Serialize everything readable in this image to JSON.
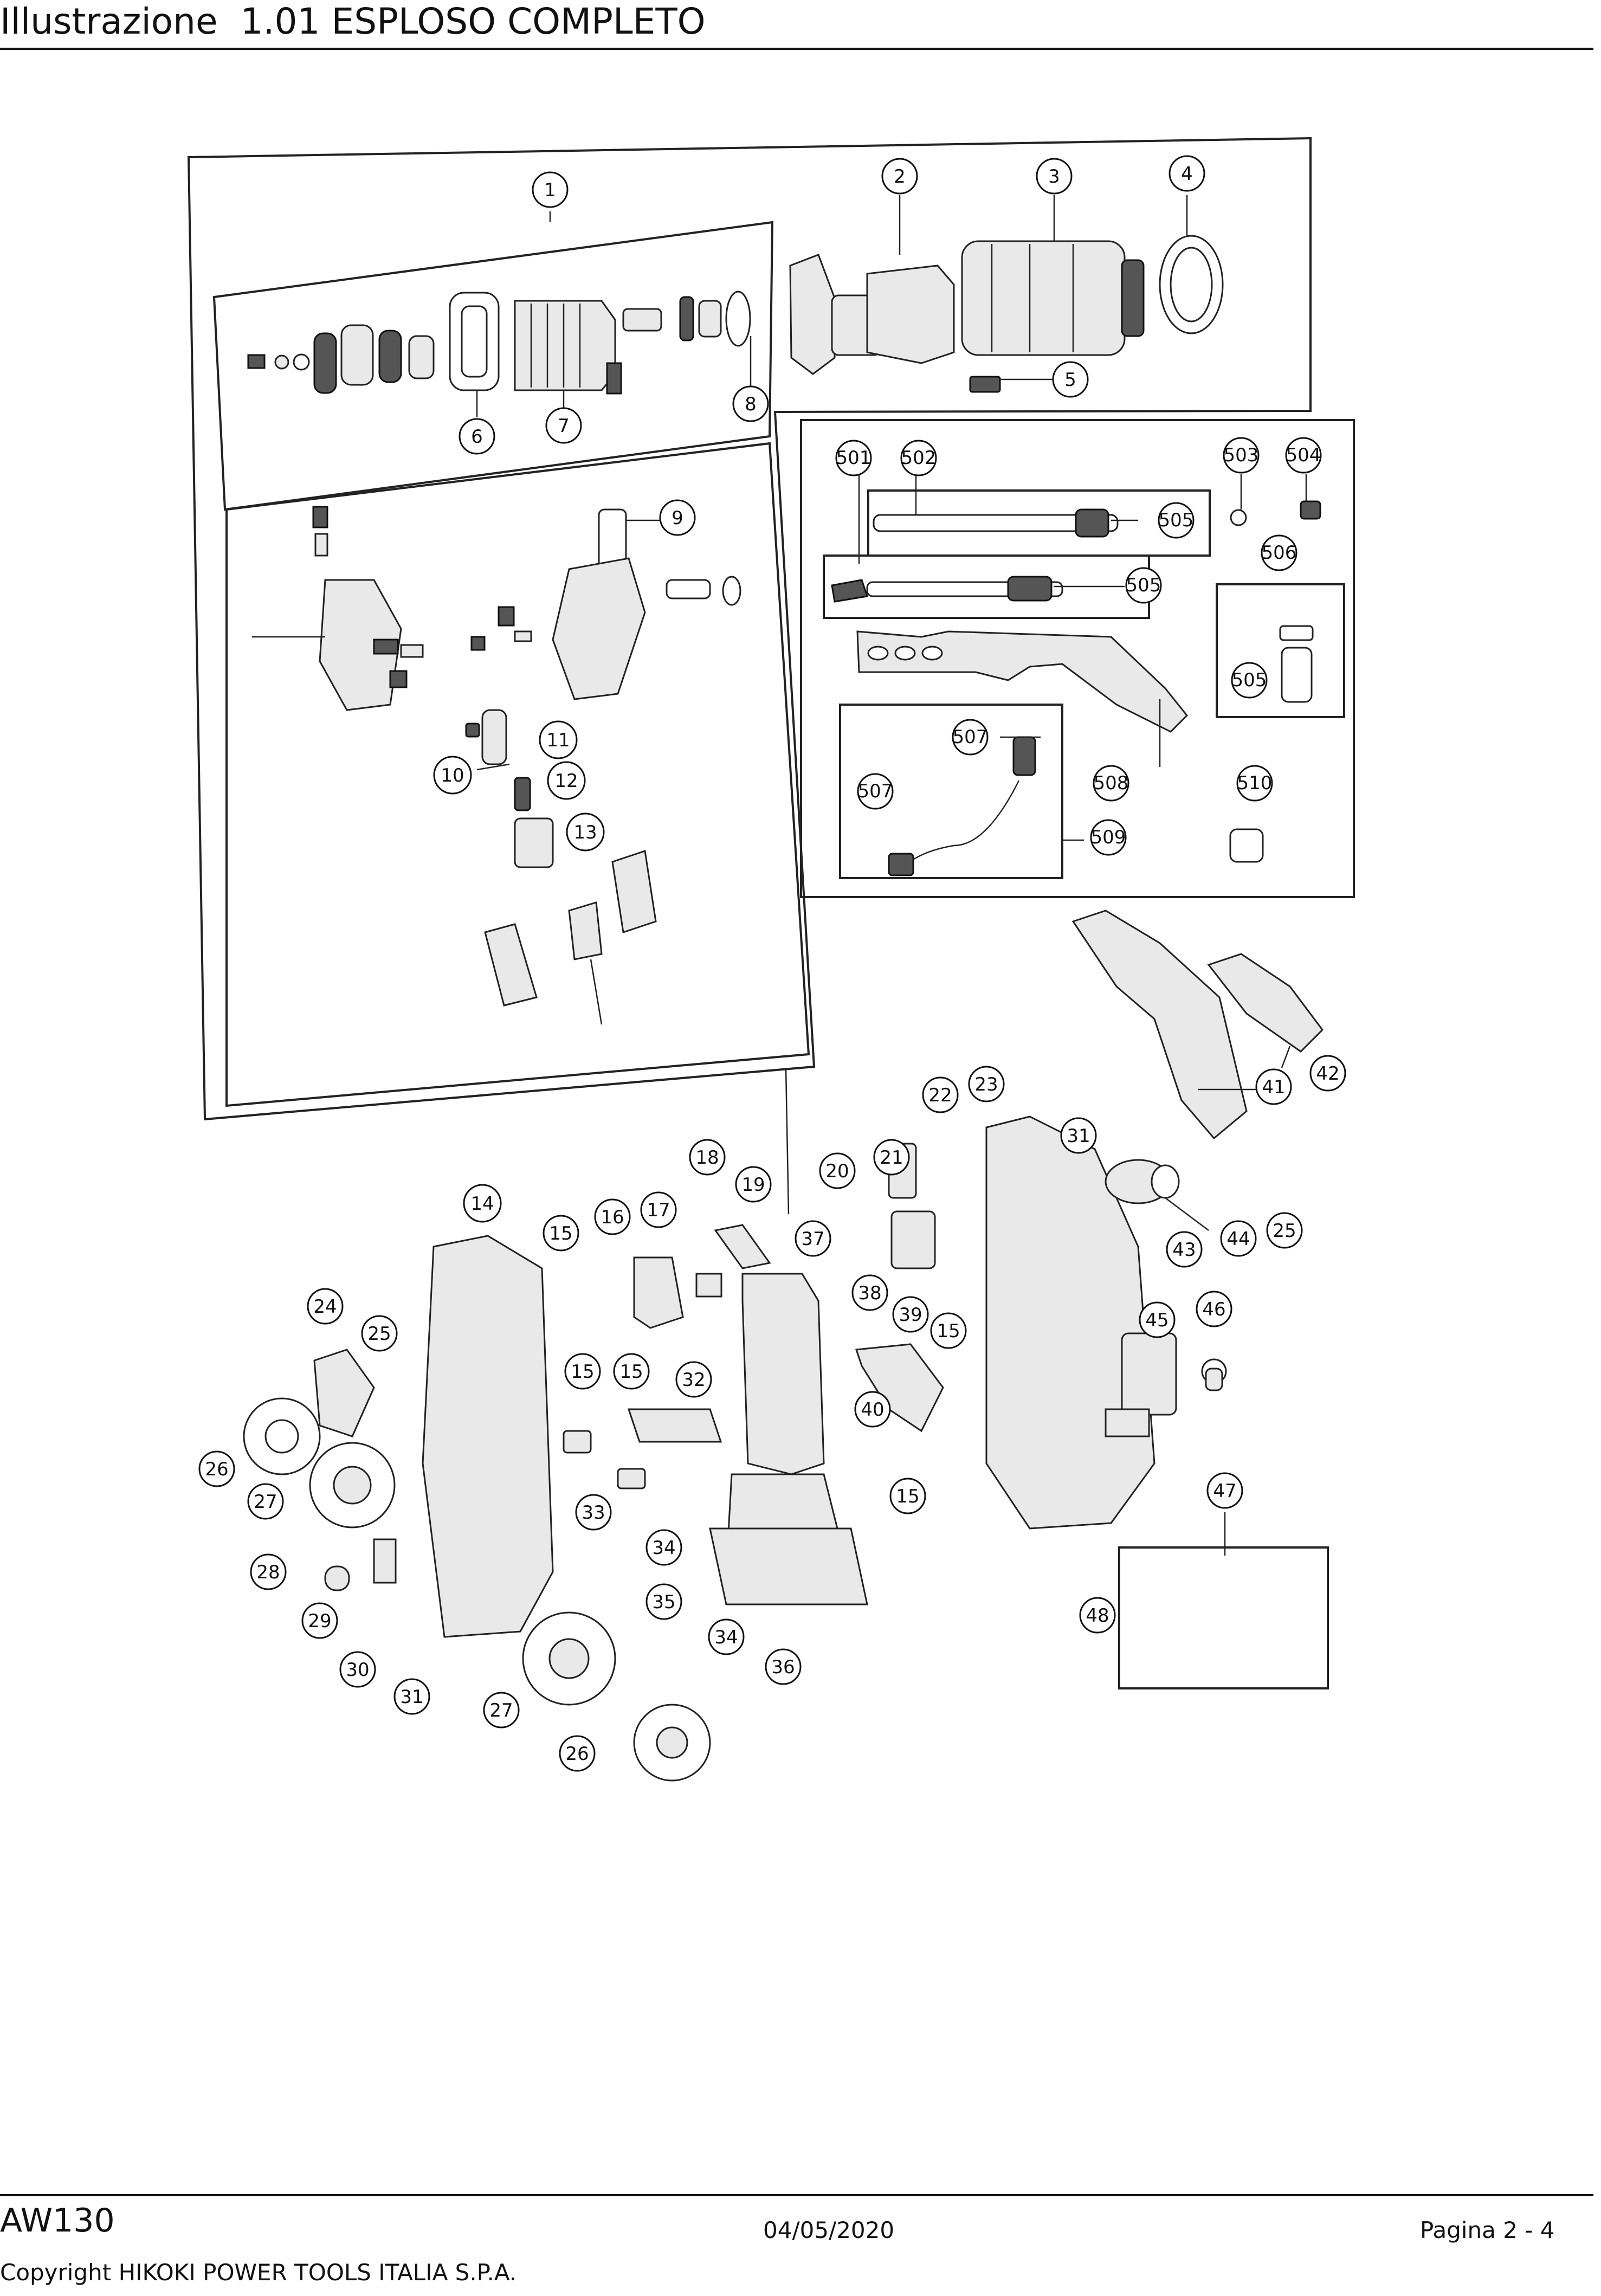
{
  "header": {
    "title": "Illustrazione  1.01 ESPLOSO COMPLETO"
  },
  "diagram": {
    "callouts": {
      "c1": "1",
      "c2": "2",
      "c3": "3",
      "c4": "4",
      "c5": "5",
      "c6": "6",
      "c7": "7",
      "c8": "8",
      "c9": "9",
      "c10": "10",
      "c11": "11",
      "c12": "12",
      "c13": "13",
      "c14": "14",
      "c15a": "15",
      "c15b": "15",
      "c15c": "15",
      "c15d": "15",
      "c15e": "15",
      "c16": "16",
      "c17": "17",
      "c18": "18",
      "c19": "19",
      "c20": "20",
      "c21": "21",
      "c22": "22",
      "c23": "23",
      "c24": "24",
      "c25a": "25",
      "c25b": "25",
      "c26a": "26",
      "c26b": "26",
      "c27a": "27",
      "c27b": "27",
      "c28": "28",
      "c29": "29",
      "c30": "30",
      "c31a": "31",
      "c31b": "31",
      "c32": "32",
      "c33": "33",
      "c34a": "34",
      "c34b": "34",
      "c35": "35",
      "c36": "36",
      "c37": "37",
      "c38": "38",
      "c39": "39",
      "c40": "40",
      "c41": "41",
      "c42": "42",
      "c43": "43",
      "c44": "44",
      "c45": "45",
      "c46": "46",
      "c47": "47",
      "c48": "48",
      "c501": "501",
      "c502": "502",
      "c503": "503",
      "c504": "504",
      "c505a": "505",
      "c505b": "505",
      "c505c": "505",
      "c506": "506",
      "c507a": "507",
      "c507b": "507",
      "c508": "508",
      "c509": "509",
      "c510": "510"
    }
  },
  "footer": {
    "model": "AW130",
    "date": "04/05/2020",
    "page": "Pagina 2 - 4",
    "copyright": "Copyright HIKOKI POWER TOOLS ITALIA S.P.A."
  }
}
